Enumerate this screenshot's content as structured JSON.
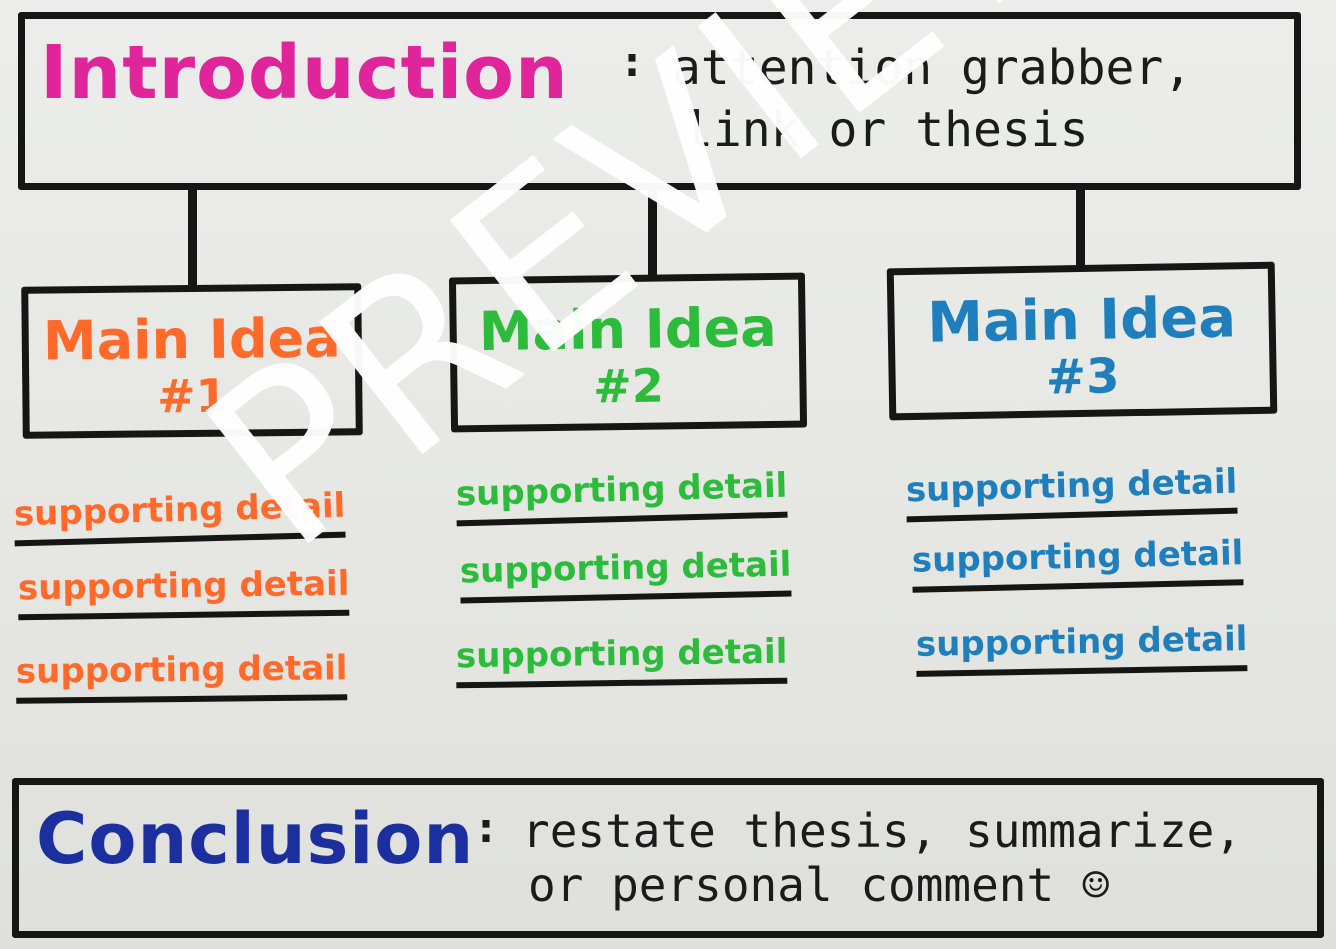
{
  "introduction": {
    "title": "Introduction",
    "separator": ":",
    "note_line1": "attention grabber,",
    "note_line2": "link or thesis"
  },
  "main_ideas": [
    {
      "label_line1": "Main Idea",
      "label_line2": "#1",
      "color": "#ff6a2b",
      "details": [
        "supporting detail",
        "supporting detail",
        "supporting detail"
      ]
    },
    {
      "label_line1": "Main Idea",
      "label_line2": "#2",
      "color": "#2dbb3c",
      "details": [
        "supporting detail",
        "supporting detail",
        "supporting detail"
      ]
    },
    {
      "label_line1": "Main Idea",
      "label_line2": "#3",
      "color": "#1f7fbd",
      "details": [
        "supporting detail",
        "supporting detail",
        "supporting detail"
      ]
    }
  ],
  "conclusion": {
    "title": "Conclusion",
    "separator": ":",
    "note_line1": "restate thesis, summarize,",
    "note_line2": "or personal comment ☺"
  },
  "watermark": "PREVIEW",
  "colors": {
    "introduction": "#e0249a",
    "conclusion": "#1c2f9e",
    "border": "#161616"
  }
}
